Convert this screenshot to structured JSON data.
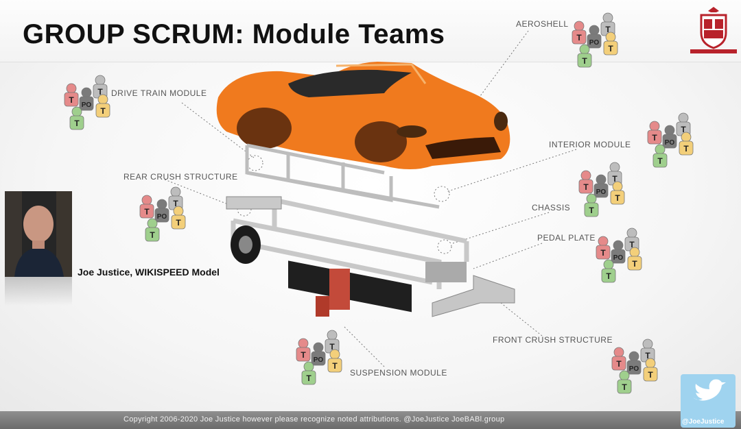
{
  "slide": {
    "title": "GROUP SCRUM: Module Teams",
    "caption": "Joe Justice, WIKISPEED Model",
    "copyright": "Copyright 2006-2020 Joe Justice however please recognize noted attributions. @JoeJustice JoeBABl.group",
    "twitter_handle": "@JoeJustice"
  },
  "modules": {
    "aeroshell": "AEROSHELL",
    "drive_train": "DRIVE TRAIN MODULE",
    "interior": "INTERIOR MODULE",
    "rear_crush": "REAR CRUSH STRUCTURE",
    "chassis": "CHASSIS",
    "pedal_plate": "PEDAL PLATE",
    "front_crush": "FRONT CRUSH STRUCTURE",
    "suspension": "SUSPENSION MODULE"
  },
  "team_roles": {
    "product_owner": "PO",
    "team_member": "T"
  },
  "colors": {
    "car_orange": "#f07a1e",
    "team_red": "#e58a8a",
    "team_gray": "#bdbdbd",
    "team_dark": "#7b7b7b",
    "team_yellow": "#f3cf7a",
    "team_green": "#9fcf8d",
    "twitter_blue": "#9fd3ef"
  },
  "icons": [
    "twitter-bird-icon",
    "school-crest-logo"
  ]
}
